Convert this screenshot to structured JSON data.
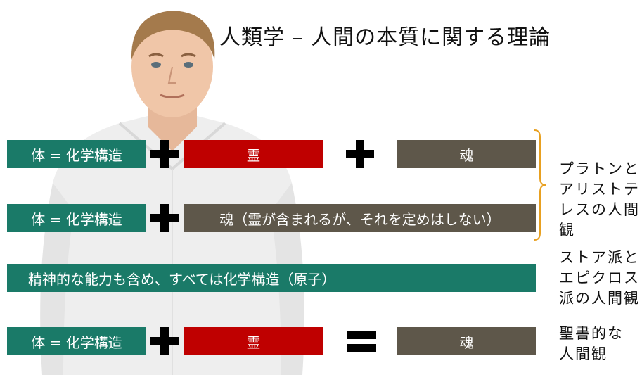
{
  "title": "人類学 – 人間の本質に関する理論",
  "rows": [
    {
      "body": "体 = 化学構造",
      "spirit": "霊",
      "soul": "魂"
    },
    {
      "body": "体 = 化学構造",
      "soul_long": "魂（霊が含まれるが、それを定めはしない）"
    },
    {
      "wide": "精神的な能力も含め、すべては化学構造（原子）"
    },
    {
      "body": "体 = 化学構造",
      "spirit": "霊",
      "soul": "魂"
    }
  ],
  "views": {
    "plato_line1": "プラトンと",
    "plato_line2": "アリストテ",
    "plato_line3": "レスの人間",
    "plato_line4": "観",
    "stoic_line1": "ストア派と",
    "stoic_line2": "エピクロス",
    "stoic_line3": "派の人間観",
    "bible_line1": "聖書的な",
    "bible_line2": "人間観"
  },
  "colors": {
    "teal": "#1a7a68",
    "red": "#bf0000",
    "olive": "#5e574a"
  }
}
